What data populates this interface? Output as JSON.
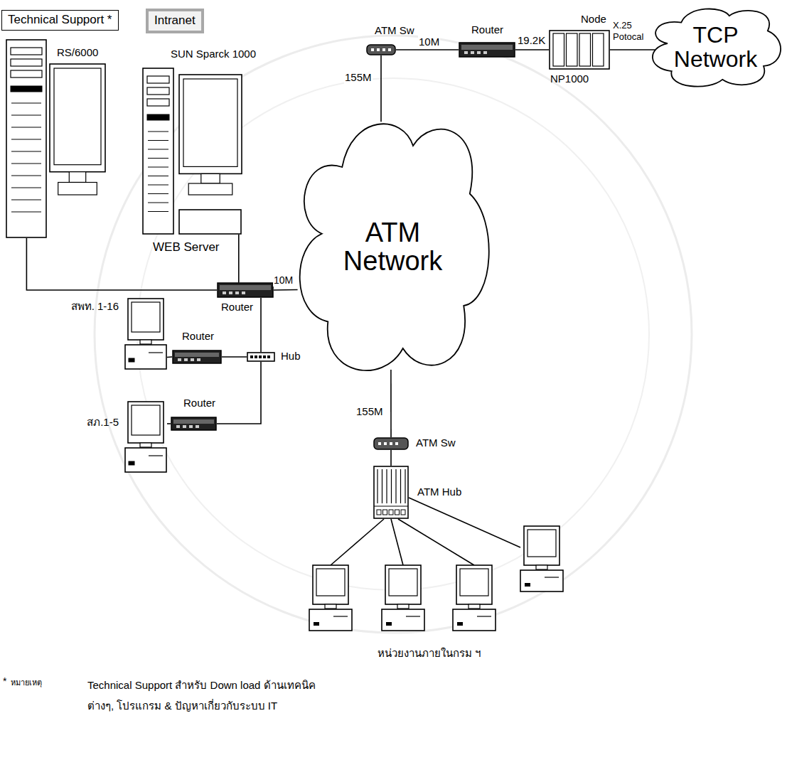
{
  "diagram": {
    "nodes": [
      {
        "text": [
          "Technical Support *"
        ]
      },
      {
        "text": [
          "Intranet"
        ]
      },
      {
        "text": [
          "RS/6000"
        ]
      },
      {
        "text": [
          "SUN Sparck 1000",
          "WEB Server"
        ]
      },
      {
        "text": [
          "ATM Sw"
        ]
      },
      {
        "text": [
          "Router"
        ]
      },
      {
        "text": [
          "Node",
          "NP1000"
        ]
      },
      {
        "text": [
          "TCP Network"
        ]
      },
      {
        "text": [
          "ATM Network"
        ]
      },
      {
        "text": [
          "Router"
        ]
      },
      {
        "text": [
          "Hub"
        ]
      },
      {
        "text": [
          "สพท. 1-16"
        ]
      },
      {
        "text": [
          "Router"
        ]
      },
      {
        "text": [
          "สภ.1-5"
        ]
      },
      {
        "text": [
          "Router"
        ]
      },
      {
        "text": [
          "ATM Sw"
        ]
      },
      {
        "text": [
          "ATM Hub"
        ]
      }
    ],
    "edges": [
      {
        "from": 4,
        "to": 5,
        "label": "10M",
        "arrow": "none"
      },
      {
        "from": 5,
        "to": 6,
        "label": "19.2K",
        "arrow": "none"
      },
      {
        "from": 6,
        "to": 7,
        "label": "X.25 Potocal",
        "arrow": "none"
      },
      {
        "from": 4,
        "to": 8,
        "label": "155M",
        "arrow": "none"
      },
      {
        "from": 9,
        "to": 8,
        "label": "10M",
        "arrow": "none"
      },
      {
        "from": 2,
        "to": 9,
        "arrow": "none"
      },
      {
        "from": 3,
        "to": 9,
        "arrow": "none"
      },
      {
        "from": 9,
        "to": 10,
        "arrow": "none"
      },
      {
        "from": 10,
        "to": 12,
        "arrow": "none"
      },
      {
        "from": 12,
        "to": 11,
        "arrow": "none"
      },
      {
        "from": 10,
        "to": 14,
        "arrow": "none"
      },
      {
        "from": 14,
        "to": 13,
        "arrow": "none"
      },
      {
        "from": 8,
        "to": 15,
        "label": "155M",
        "arrow": "none"
      },
      {
        "from": 15,
        "to": 16,
        "arrow": "none"
      }
    ],
    "labels": [
      "หน่วยงานภายในกรม ฯ",
      "*",
      "หมายเหตุ",
      "Technical Support สำหรับ Down load ด้านเทคนิคต่างๆ, โปรแกรม & ปัญหาเกี่ยวกับระบบ IT"
    ]
  }
}
